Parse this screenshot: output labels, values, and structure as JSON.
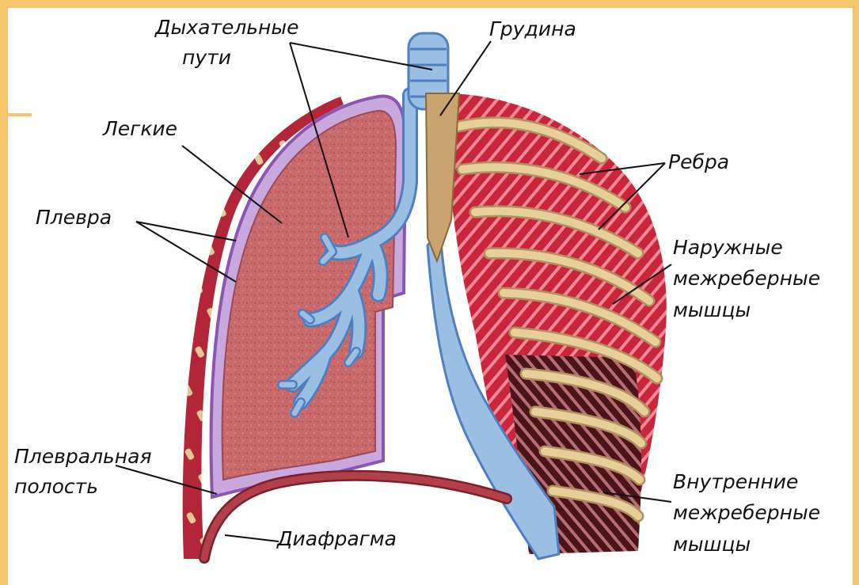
{
  "colors": {
    "frame": "#f6c46a",
    "lung_fill": "#c96a6c",
    "pleura": "#c8a8dd",
    "pleura_outline": "#8b55b3",
    "airway": "#9bbfe3",
    "airway_outline": "#4f7fbf",
    "sternum": "#c9a46f",
    "muscle_red": "#c9263b",
    "muscle_dark": "#5b1e25",
    "rib": "#e6cf99",
    "diaphragm": "#b2404b",
    "leader_line": "#111111"
  },
  "labels": {
    "airways_line1": "Дыхательные",
    "airways_line2": "пути",
    "sternum": "Грудина",
    "lungs": "Легкие",
    "ribs": "Ребра",
    "pleura": "Плевра",
    "external_muscles_line1": "Наружные",
    "external_muscles_line2": "межреберные",
    "external_muscles_line3": "мышцы",
    "pleural_cavity_line1": "Плевральная",
    "pleural_cavity_line2": "полость",
    "internal_muscles_line1": "Внутренние",
    "internal_muscles_line2": "межреберные",
    "internal_muscles_line3": "мышцы",
    "diaphragm": "Диафрагма"
  }
}
